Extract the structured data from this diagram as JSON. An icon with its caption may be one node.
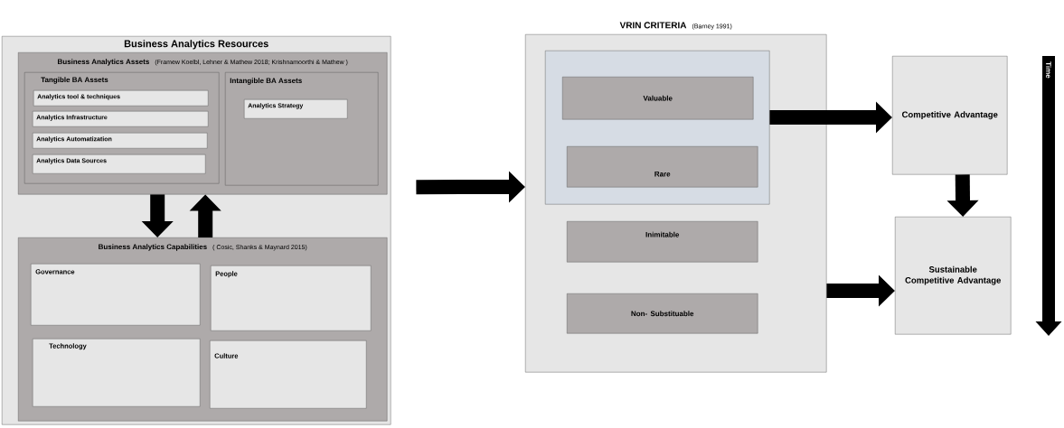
{
  "diagram": {
    "nodes": [
      {
        "text": [
          "Business Analytics Resources"
        ]
      },
      {
        "text": [
          "Business Analytics Assets",
          "(Framew Koelbl, Lehner & Mathew 2018; Krishnamoorthi & Mathew )"
        ],
        "in": 0
      },
      {
        "text": [
          "Tangible BA  Assets"
        ],
        "in": 1
      },
      {
        "text": [
          "Analytics tool & techniques"
        ],
        "in": 2
      },
      {
        "text": [
          "Analytics Infrastructure"
        ],
        "in": 2
      },
      {
        "text": [
          "Analytics Automatization"
        ],
        "in": 2
      },
      {
        "text": [
          "Analytics Data Sources"
        ],
        "in": 2
      },
      {
        "text": [
          "Intangible BA  Assets"
        ],
        "in": 1
      },
      {
        "text": [
          "Analytics Strategy"
        ],
        "in": 7
      },
      {
        "text": [
          "Business Analytics Capabilities",
          "( Cosic, Shanks & Maynard 2015)"
        ],
        "in": 0
      },
      {
        "text": [
          "Governance"
        ],
        "in": 9
      },
      {
        "text": [
          "People"
        ],
        "in": 9
      },
      {
        "text": [
          "Technology"
        ],
        "in": 9
      },
      {
        "text": [
          "Culture"
        ],
        "in": 9
      },
      {
        "text": [
          "VRIN CRITERIA",
          "(Barney 1991)"
        ]
      },
      {
        "text": [],
        "shape": "box",
        "in": 14
      },
      {
        "text": [
          "Valuable"
        ],
        "in": 15
      },
      {
        "text": [
          "Rare"
        ],
        "in": 15
      },
      {
        "text": [
          "Inimitable"
        ],
        "in": 14
      },
      {
        "text": [
          "Non- Substituable"
        ],
        "in": 14
      },
      {
        "text": [
          "Competitive Advantage"
        ]
      },
      {
        "text": [
          "Sustainable Competitive Advantage"
        ]
      }
    ],
    "edges": [
      {
        "from": 1,
        "to": 9,
        "arrow": "to"
      },
      {
        "from": 9,
        "to": 1,
        "arrow": "to"
      },
      {
        "from": 0,
        "to": 14,
        "arrow": "to"
      },
      {
        "from": 15,
        "to": 20,
        "arrow": "to"
      },
      {
        "from": 14,
        "to": 21,
        "arrow": "to"
      },
      {
        "from": 20,
        "to": 21,
        "arrow": "to"
      }
    ],
    "labels": [
      "Time"
    ]
  }
}
